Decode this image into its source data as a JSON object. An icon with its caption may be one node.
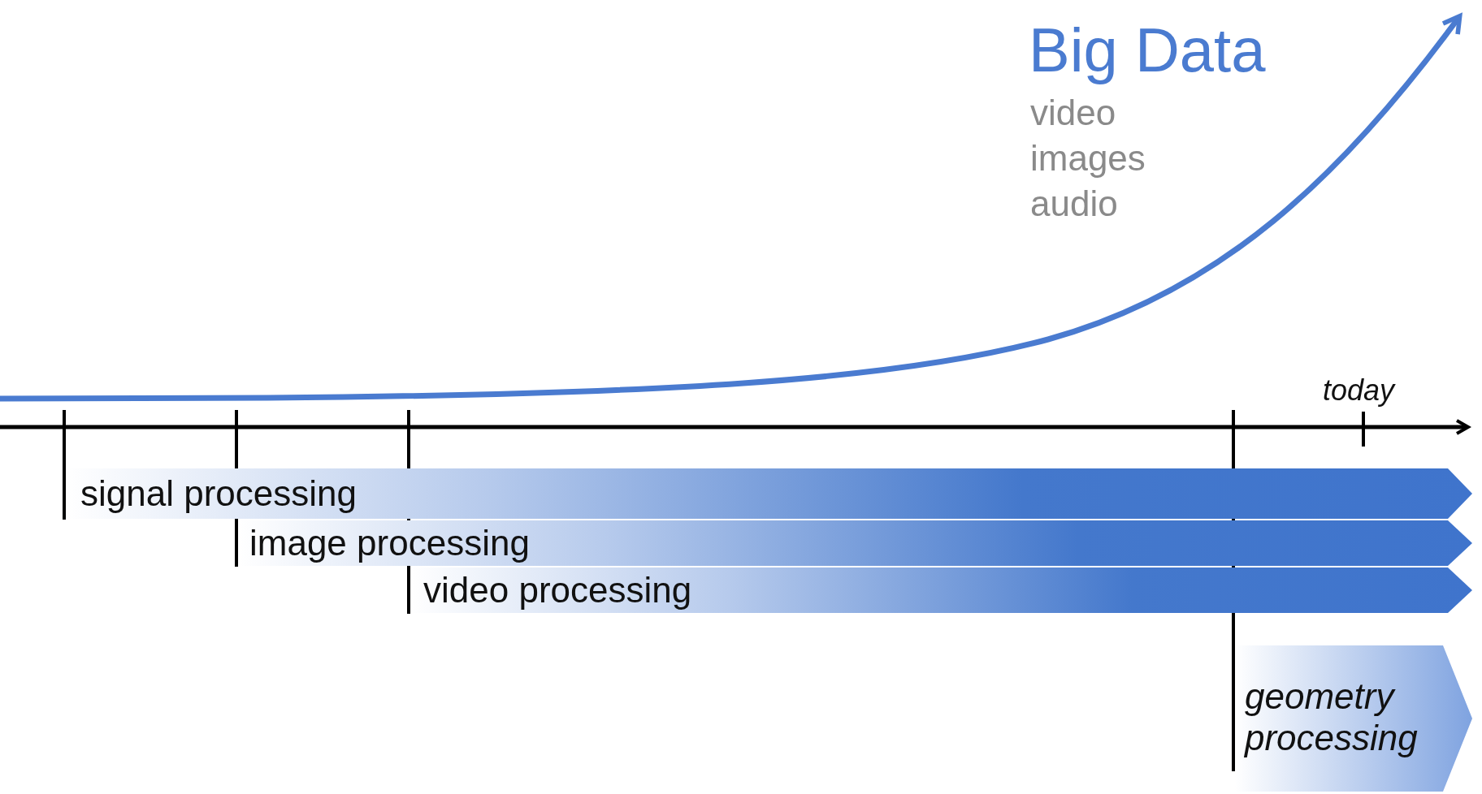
{
  "diagram": {
    "nodes": [
      {
        "text": [
          "signal processing"
        ]
      },
      {
        "text": [
          "image processing"
        ]
      },
      {
        "text": [
          "video processing"
        ]
      },
      {
        "text": [
          "geometry processing"
        ]
      }
    ],
    "labels": [
      "Big Data",
      "video",
      "images",
      "audio",
      "today"
    ]
  }
}
